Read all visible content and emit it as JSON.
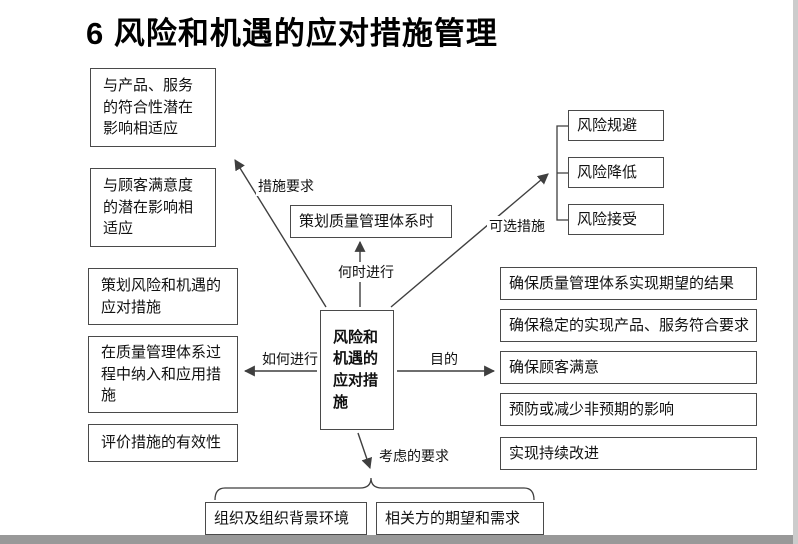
{
  "title": "6 风险和机遇的应对措施管理",
  "center": "风险和机遇的应对措施",
  "left_top": [
    "与产品、服务的符合性潜在影响相适应",
    "与顾客满意度的潜在影响相适应"
  ],
  "left": [
    "策划风险和机遇的应对措施",
    "在质量管理体系过程中纳入和应用措施",
    "评价措施的有效性"
  ],
  "when_node": "策划质量管理体系时",
  "options": [
    "风险规避",
    "风险降低",
    "风险接受"
  ],
  "purposes": [
    "确保质量管理体系实现期望的结果",
    "确保稳定的实现产品、服务符合要求",
    "确保顾客满意",
    "预防或减少非预期的影响",
    "实现持续改进"
  ],
  "bottom": [
    "组织及组织背景环境",
    "相关方的期望和需求"
  ],
  "labels": {
    "measure_requirements": "措施要求",
    "when": "何时进行",
    "optional_measures": "可选措施",
    "how": "如何进行",
    "purpose": "目的",
    "considered_requirements": "考虑的要求"
  },
  "colors": {
    "line": "#3f3f3f",
    "border": "#4a4a4a",
    "background": "#ffffff"
  }
}
